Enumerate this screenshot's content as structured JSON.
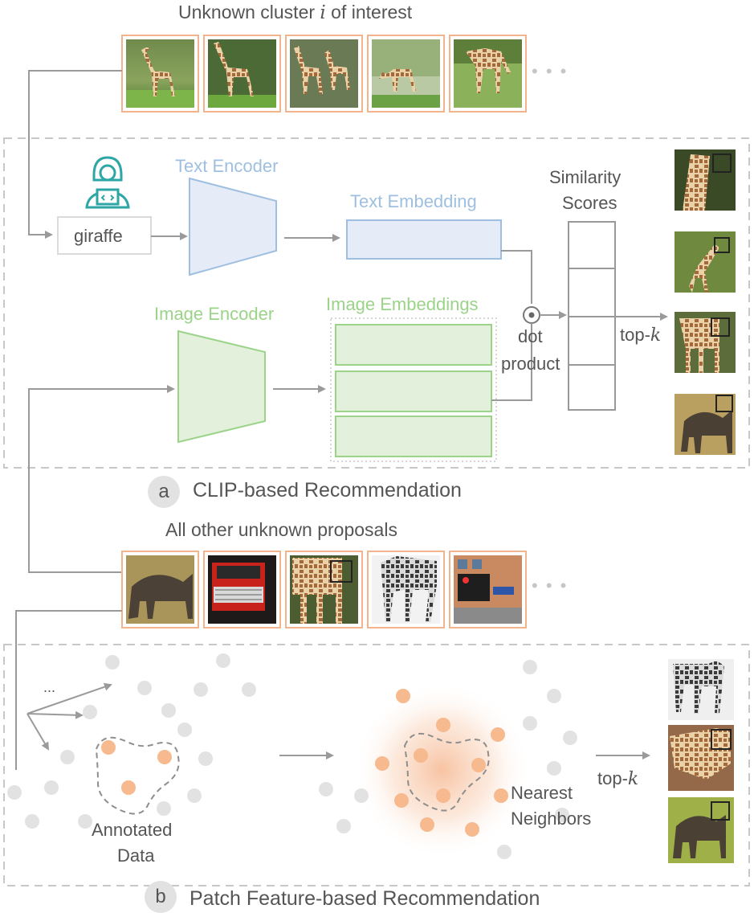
{
  "top": {
    "title_prefix": "Unknown cluster ",
    "title_var": "i",
    "title_suffix": " of interest",
    "thumbs": [
      "giraffe-photo-1",
      "giraffe-photo-2",
      "giraffe-photo-3",
      "giraffe-photo-4",
      "giraffe-photo-5"
    ],
    "ellipsis": "• • •"
  },
  "panel_a": {
    "giraffe_text": "giraffe",
    "text_encoder": "Text Encoder",
    "text_embedding": "Text Embedding",
    "image_encoder": "Image Encoder",
    "image_embeddings": "Image Embeddings",
    "dot_line1": "dot",
    "dot_line2": "product",
    "similarity_line1": "Similarity",
    "similarity_line2": "Scores",
    "topk": "top-",
    "k": "k",
    "caption_letter": "a",
    "caption": "CLIP-based Recommendation",
    "results": [
      "giraffe-closeup-1",
      "giraffe-closeup-2",
      "giraffe-closeup-3",
      "elephant-photo"
    ]
  },
  "middle": {
    "title": "All other unknown proposals",
    "thumbs": [
      "elephant-photo",
      "red-truck-photo",
      "giraffe-photo",
      "giraffe-bw-photo",
      "traffic-light-photo"
    ],
    "ellipsis": "• • •"
  },
  "panel_b": {
    "dots": "...",
    "annotated_line1": "Annotated",
    "annotated_line2": "Data",
    "nearest_line1": "Nearest",
    "nearest_line2": "Neighbors",
    "topk": "top-",
    "k": "k",
    "caption_letter": "b",
    "caption": "Patch Feature-based Recommendation",
    "results": [
      "giraffe-bw-closeup",
      "giraffe-closeup",
      "elephant-closeup"
    ]
  },
  "colors": {
    "text_encoder_fill": "#e6ecf7",
    "text_encoder_stroke": "#9fbfe0",
    "image_encoder_fill": "#e3f1dc",
    "image_encoder_stroke": "#9bd389",
    "thumb_border": "#f2b48c",
    "orange_dot": "#f7b98e",
    "gray_dot": "#e2e2e2",
    "arrow": "#9a9a9a",
    "dashed": "#c8c8c8"
  }
}
